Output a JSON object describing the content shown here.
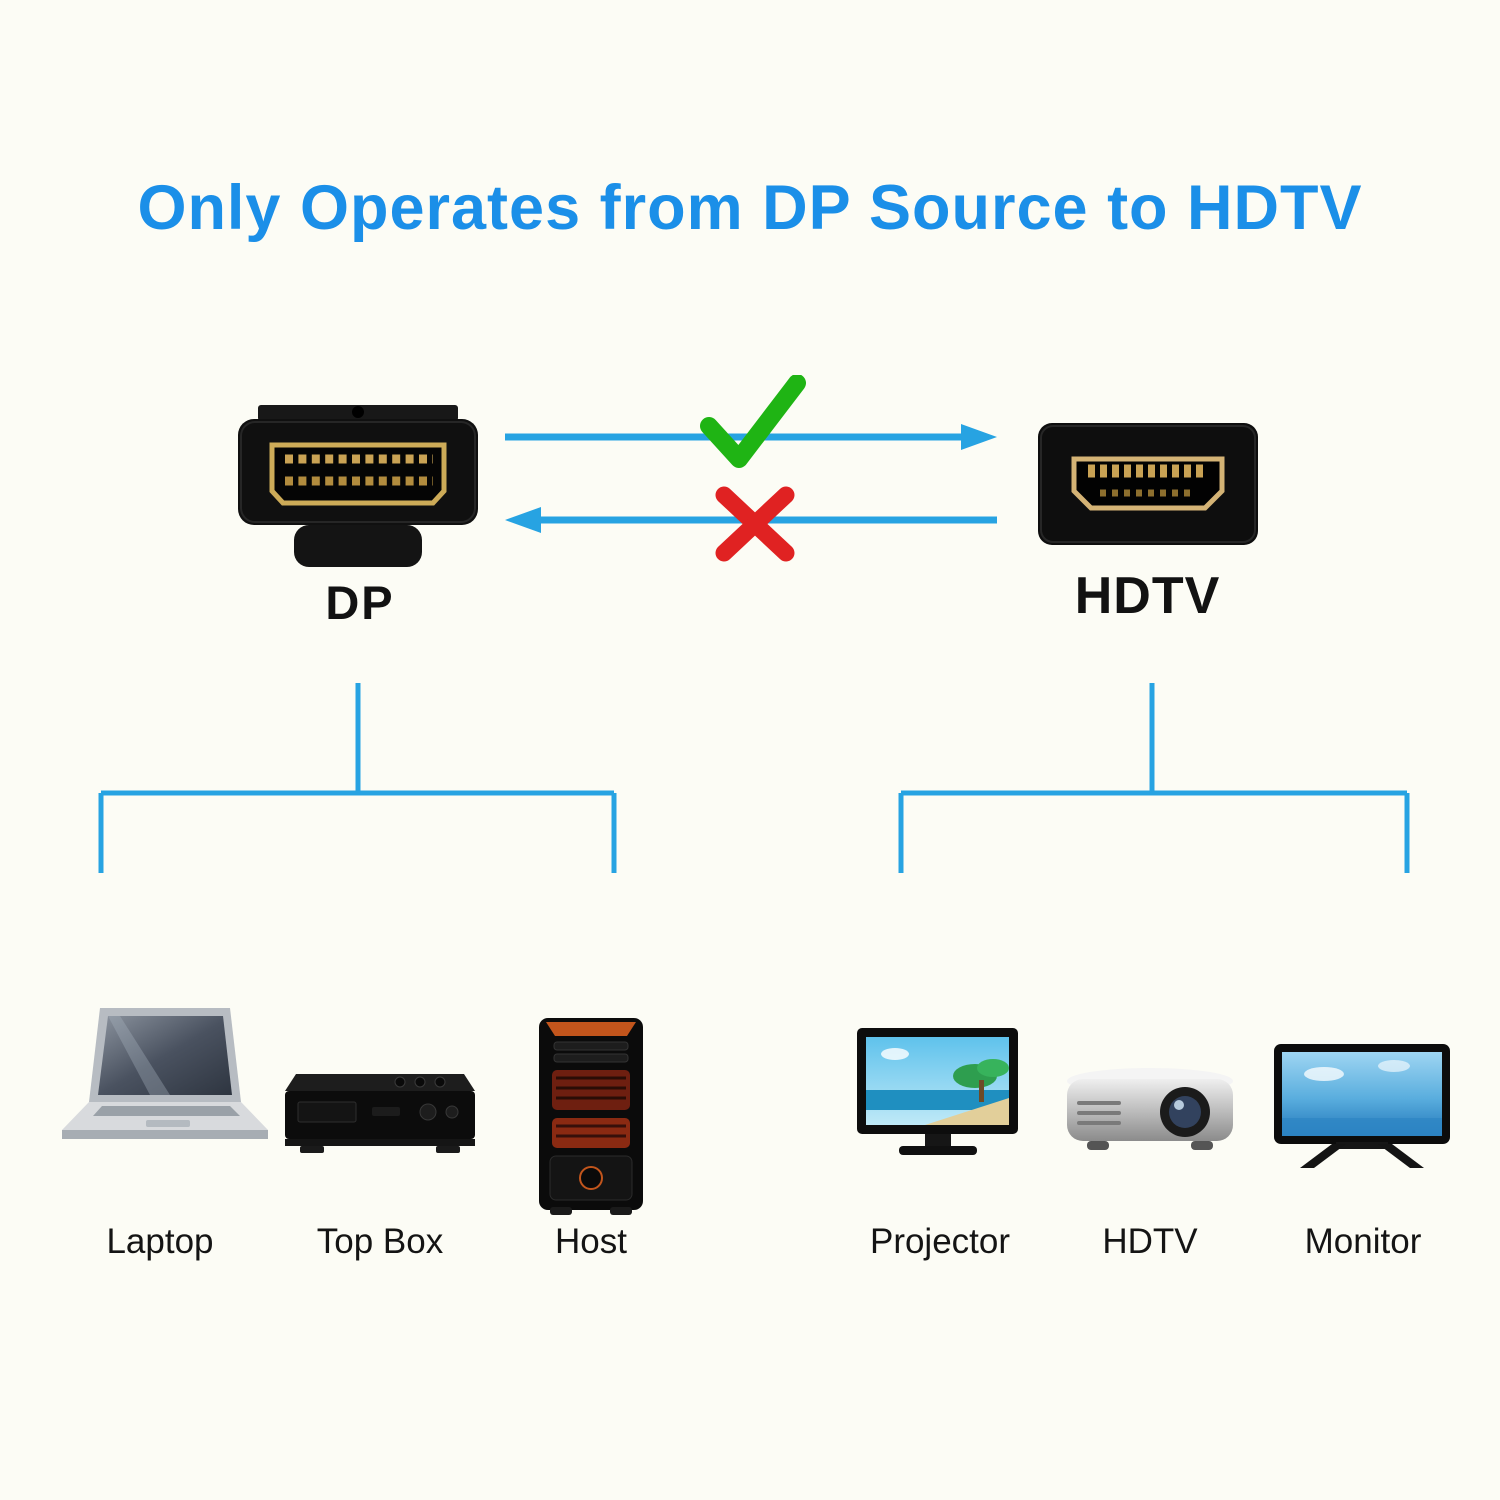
{
  "title": "Only Operates from DP Source to HDTV",
  "connectors": {
    "dp_label": "DP",
    "hdtv_label": "HDTV"
  },
  "flow": {
    "forward_allowed": "checkmark",
    "backward_blocked": "cross"
  },
  "sources": {
    "items": [
      {
        "label": "Laptop",
        "icon": "laptop-icon"
      },
      {
        "label": "Top Box",
        "icon": "topbox-icon"
      },
      {
        "label": "Host",
        "icon": "host-tower-icon"
      }
    ]
  },
  "sinks": {
    "items": [
      {
        "label": "Projector",
        "icon": "tv-screen-icon"
      },
      {
        "label": "HDTV",
        "icon": "projector-icon"
      },
      {
        "label": "Monitor",
        "icon": "monitor-icon"
      }
    ]
  },
  "colors": {
    "title_blue": "#1b8fe8",
    "arrow_blue": "#27a3e2",
    "check_green": "#1fb414",
    "cross_red": "#e02222",
    "connector_gold": "#cdab58",
    "background": "#fcfcf5"
  }
}
